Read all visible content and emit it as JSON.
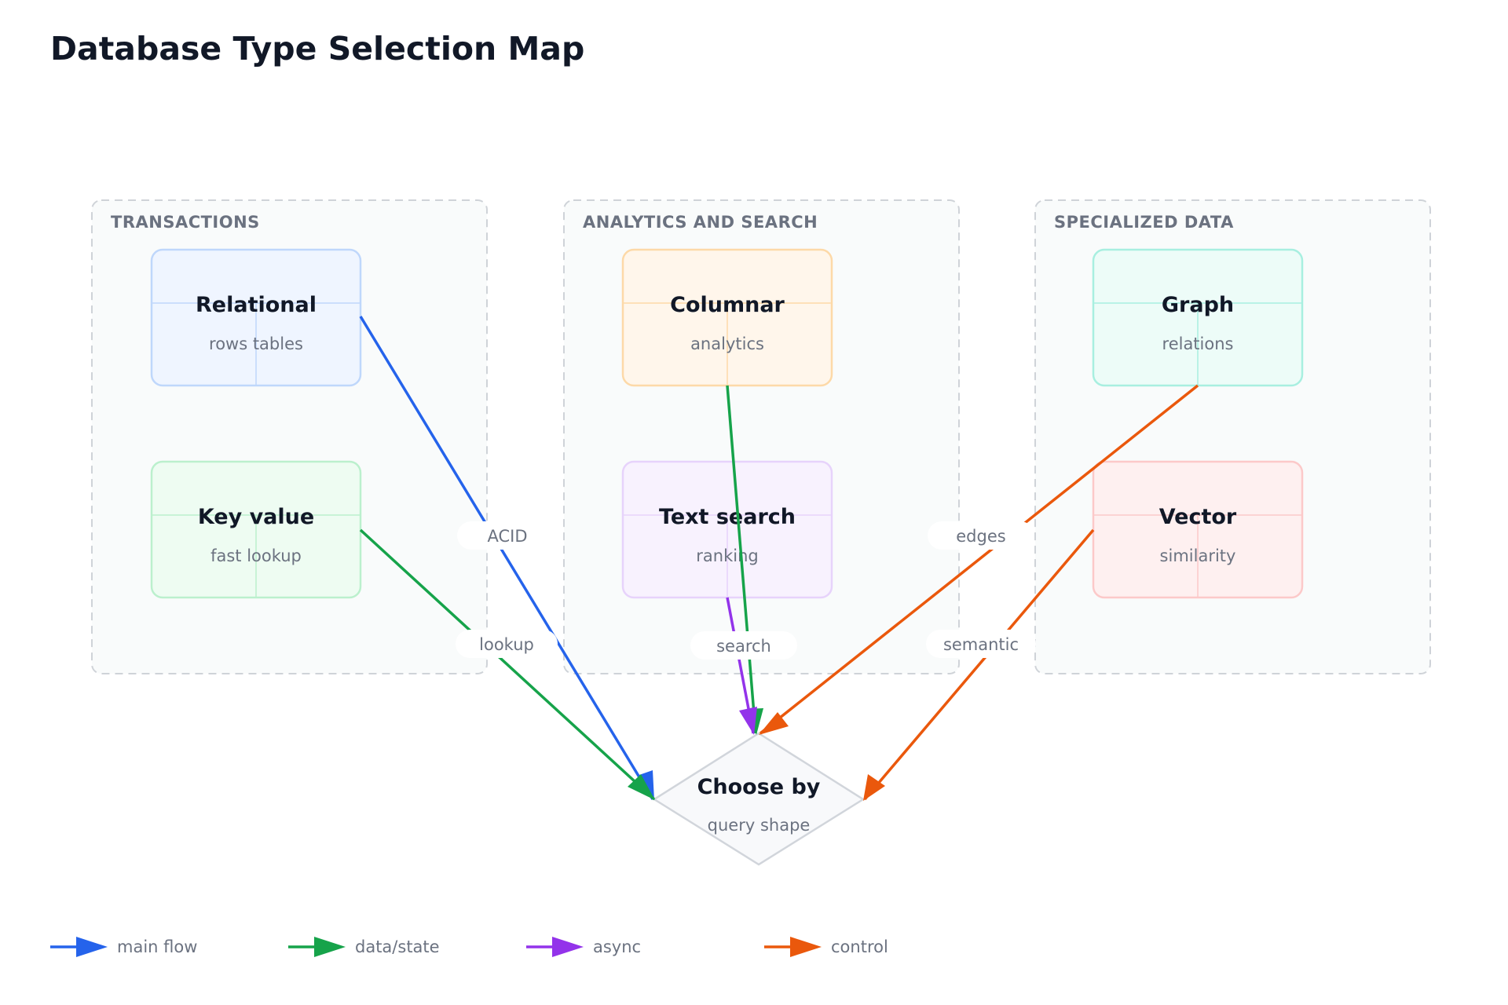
{
  "title": "Database Type Selection Map",
  "colors": {
    "main_flow": "#2563eb",
    "data_state": "#16a34a",
    "async": "#9333ea",
    "control": "#ea580c"
  },
  "groups": {
    "transactions": "TRANSACTIONS",
    "analytics": "ANALYTICS AND SEARCH",
    "specialized": "SPECIALIZED DATA"
  },
  "nodes": {
    "relational": {
      "title": "Relational",
      "subtitle": "rows tables"
    },
    "key_value": {
      "title": "Key value",
      "subtitle": "fast lookup"
    },
    "columnar": {
      "title": "Columnar",
      "subtitle": "analytics"
    },
    "text_search": {
      "title": "Text search",
      "subtitle": "ranking"
    },
    "graph": {
      "title": "Graph",
      "subtitle": "relations"
    },
    "vector": {
      "title": "Vector",
      "subtitle": "similarity"
    },
    "decision": {
      "title": "Choose by",
      "subtitle": "query shape"
    }
  },
  "edges": {
    "acid": "ACID",
    "lookup": "lookup",
    "search": "search",
    "edges": "edges",
    "semantic": "semantic"
  },
  "legend": {
    "main_flow": "main flow",
    "data_state": "data/state",
    "async": "async",
    "control": "control"
  }
}
